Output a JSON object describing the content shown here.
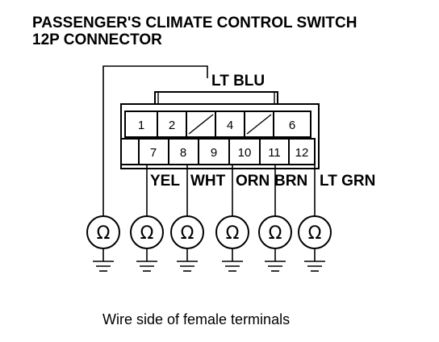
{
  "title": {
    "line1": "PASSENGER'S CLIMATE CONTROL SWITCH",
    "line2": "12P CONNECTOR"
  },
  "connector": {
    "top_row": [
      "1",
      "2",
      "",
      "4",
      "",
      "6"
    ],
    "bottom_row": [
      "7",
      "8",
      "9",
      "10",
      "11",
      "12"
    ]
  },
  "wire_labels": {
    "lt_blu": "LT BLU",
    "yel": "YEL",
    "wht": "WHT",
    "orn": "ORN",
    "brn": "BRN",
    "lt_grn": "LT GRN"
  },
  "meter": {
    "symbol": "Ω",
    "count": 6
  },
  "caption": "Wire side of female terminals"
}
